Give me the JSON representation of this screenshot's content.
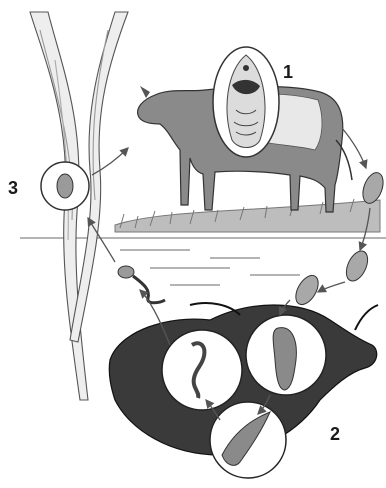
{
  "labels": {
    "stage_1": "1",
    "stage_2": "2",
    "stage_3": "3"
  },
  "icons": [
    "cow-icon",
    "snail-icon",
    "liver-fluke-icon",
    "plant-stems-icon",
    "egg-icon",
    "miracidium-icon",
    "cercaria-icon",
    "metacercaria-icon"
  ],
  "colors": {
    "ink": "#1f1f1f",
    "shade": "#6e6e6e",
    "light": "#d8d8d8",
    "snail": "#3a3a3a"
  }
}
